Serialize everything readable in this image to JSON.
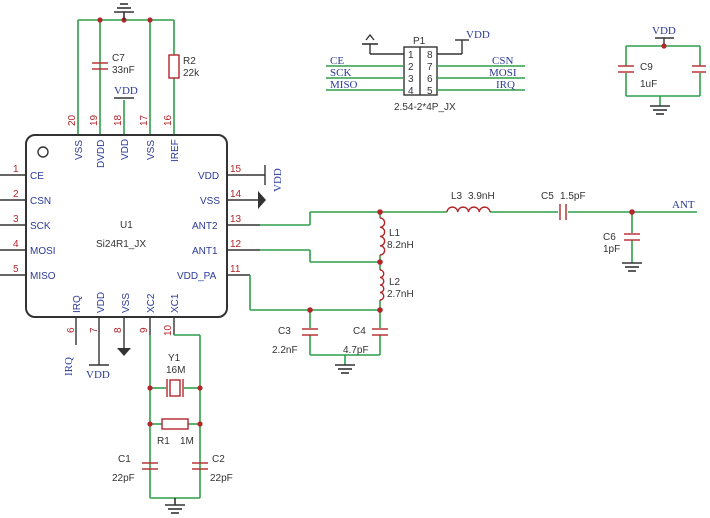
{
  "u1": {
    "ref": "U1",
    "value": "Si24R1_JX",
    "left_pins": [
      {
        "num": "1",
        "name": "CE"
      },
      {
        "num": "2",
        "name": "CSN"
      },
      {
        "num": "3",
        "name": "SCK"
      },
      {
        "num": "4",
        "name": "MOSI"
      },
      {
        "num": "5",
        "name": "MISO"
      }
    ],
    "right_pins": [
      {
        "num": "15",
        "name": "VDD"
      },
      {
        "num": "14",
        "name": "VSS"
      },
      {
        "num": "13",
        "name": "ANT2"
      },
      {
        "num": "12",
        "name": "ANT1"
      },
      {
        "num": "11",
        "name": "VDD_PA"
      }
    ],
    "top_pins": [
      {
        "num": "20",
        "name": "VSS"
      },
      {
        "num": "19",
        "name": "DVDD"
      },
      {
        "num": "18",
        "name": "VDD"
      },
      {
        "num": "17",
        "name": "VSS"
      },
      {
        "num": "16",
        "name": "IREF"
      }
    ],
    "bottom_pins": [
      {
        "num": "6",
        "name": "IRQ"
      },
      {
        "num": "7",
        "name": "VDD"
      },
      {
        "num": "8",
        "name": "VSS"
      },
      {
        "num": "9",
        "name": "XC2"
      },
      {
        "num": "10",
        "name": "XC1"
      }
    ]
  },
  "components": {
    "c7": {
      "ref": "C7",
      "value": "33nF"
    },
    "r2": {
      "ref": "R2",
      "value": "22k"
    },
    "c9": {
      "ref": "C9",
      "value": "1uF"
    },
    "l3": {
      "ref": "L3",
      "value": "3.9nH"
    },
    "c5": {
      "ref": "C5",
      "value": "1.5pF"
    },
    "c6": {
      "ref": "C6",
      "value": "1pF"
    },
    "l1": {
      "ref": "L1",
      "value": "8.2nH"
    },
    "l2": {
      "ref": "L2",
      "value": "2.7nH"
    },
    "c3": {
      "ref": "C3",
      "value": "2.2nF"
    },
    "c4": {
      "ref": "C4",
      "value": "4.7pF"
    },
    "y1": {
      "ref": "Y1",
      "value": "16M"
    },
    "r1": {
      "ref": "R1",
      "value": "1M"
    },
    "c1": {
      "ref": "C1",
      "value": "22pF"
    },
    "c2": {
      "ref": "C2",
      "value": "22pF"
    }
  },
  "p1": {
    "ref": "P1",
    "value": "2.54-2*4P_JX",
    "left_pins": [
      "1",
      "2",
      "3",
      "4"
    ],
    "right_pins": [
      "8",
      "7",
      "6",
      "5"
    ],
    "left_nets": [
      "CE",
      "SCK",
      "MISO"
    ],
    "right_nets": [
      "CSN",
      "MOSI",
      "IRQ"
    ]
  },
  "net_labels": {
    "vdd": "VDD",
    "ant": "ANT",
    "irq": "IRQ"
  }
}
